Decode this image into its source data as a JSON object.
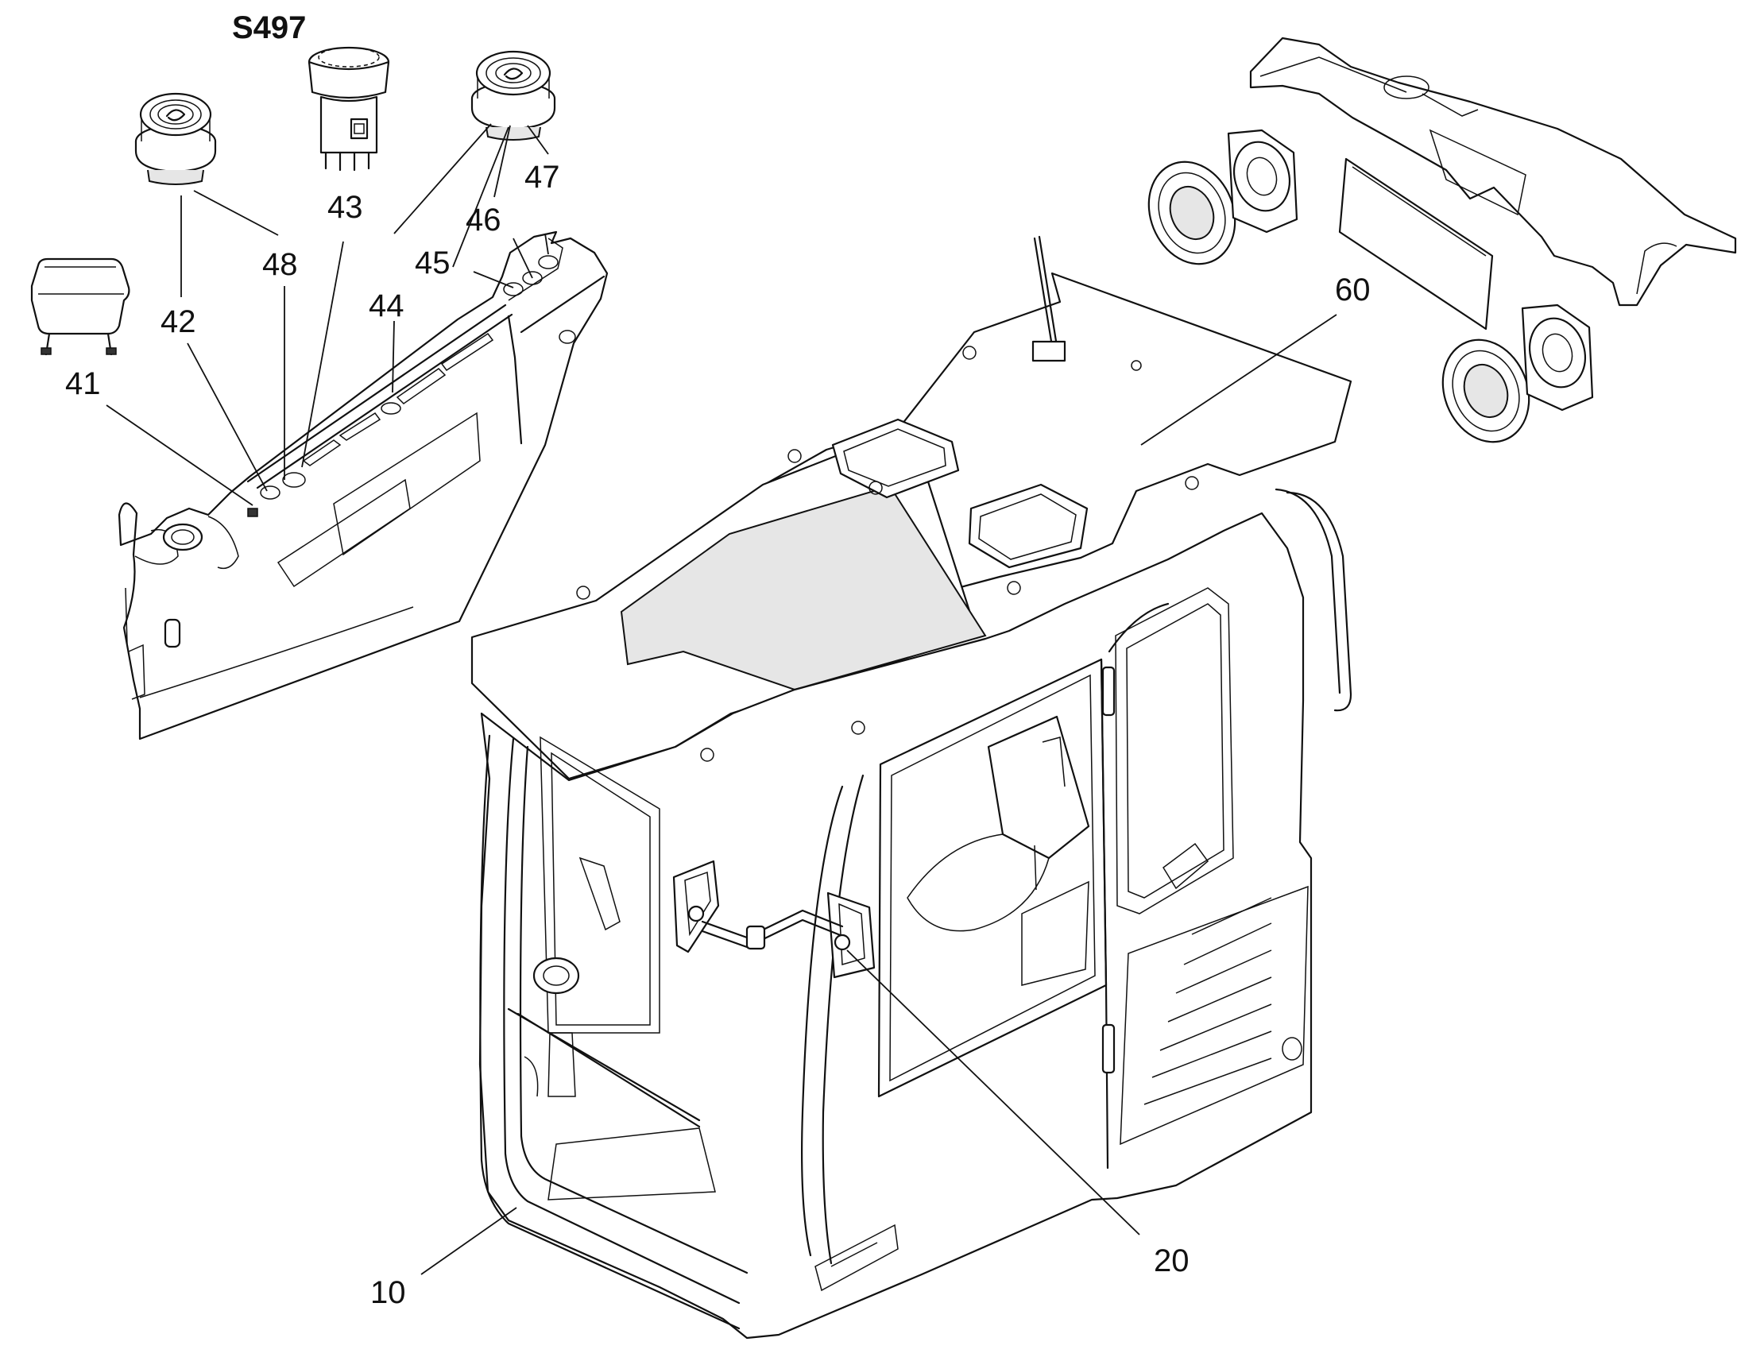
{
  "diagram": {
    "title": "S497",
    "callouts": [
      {
        "id": "c41",
        "label": "41"
      },
      {
        "id": "c42",
        "label": "42"
      },
      {
        "id": "c48",
        "label": "48"
      },
      {
        "id": "c43",
        "label": "43"
      },
      {
        "id": "c44",
        "label": "44"
      },
      {
        "id": "c45",
        "label": "45"
      },
      {
        "id": "c46",
        "label": "46"
      },
      {
        "id": "c47",
        "label": "47"
      },
      {
        "id": "c60",
        "label": "60"
      },
      {
        "id": "c10",
        "label": "10"
      },
      {
        "id": "c20",
        "label": "20"
      }
    ]
  }
}
